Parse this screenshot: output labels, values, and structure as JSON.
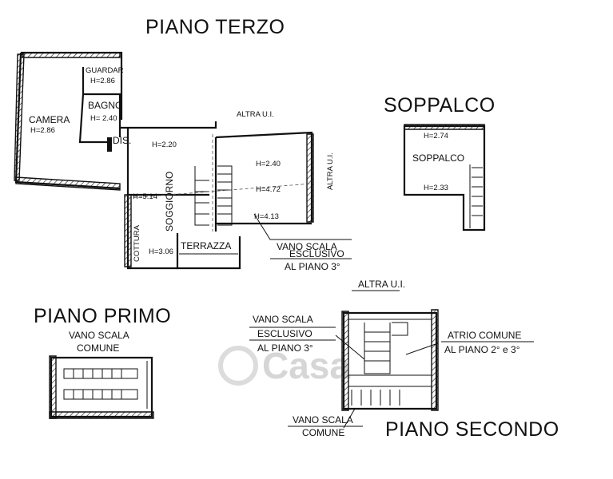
{
  "titles": {
    "piano_terzo": "PIANO TERZO",
    "soppalco": "SOPPALCO",
    "piano_primo": "PIANO PRIMO",
    "piano_secondo": "PIANO SECONDO"
  },
  "rooms_terzo": {
    "guardar": "GUARDAR",
    "guardar_h": "H=2.86",
    "bagno": "BAGNO",
    "bagno_h": "H= 2.40",
    "camera": "CAMERA",
    "camera_h": "H=2.86",
    "dis": "DIS.",
    "h220": "H=2.20",
    "soggiorno": "SOGGIORNO",
    "h514": "H=5.14",
    "cottura": "COTTURA",
    "h306": "H=3.06",
    "terrazza": "TERRAZZA",
    "altra_ui_top": "ALTRA U.I.",
    "altra_ui_side": "ALTRA U.I.",
    "h240": "H=2.40",
    "h472": "H=4.72",
    "h413": "H=4.13",
    "vano_1": "VANO SCALA",
    "vano_2": "ESCLUSIVO",
    "vano_3": "AL PIANO 3°"
  },
  "soppalco": {
    "label": "SOPPALCO",
    "h274": "H=2.74",
    "h233": "H=2.33"
  },
  "primo": {
    "vano_1": "VANO SCALA",
    "vano_2": "COMUNE"
  },
  "secondo": {
    "altra_ui": "ALTRA U.I.",
    "vano_1": "VANO SCALA",
    "vano_2": "ESCLUSIVO",
    "vano_3": "AL PIANO 3°",
    "atrio_1": "ATRIO COMUNE",
    "atrio_2": "AL PIANO 2° e 3°",
    "comune_1": "VANO SCALA",
    "comune_2": "COMUNE"
  },
  "watermark": "Casa"
}
